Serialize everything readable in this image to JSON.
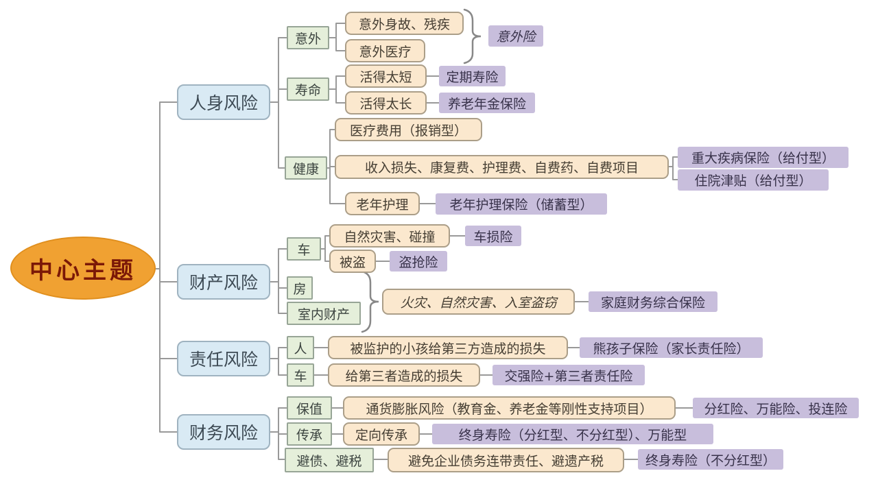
{
  "central": {
    "label": "中心主题"
  },
  "colors": {
    "central_fill": "#F0A132",
    "central_text": "#7B1807",
    "branch_fill": "#D9EAF4",
    "cat_fill": "#E5EFDA",
    "risk_fill": "#FBE8CE",
    "prod_fill": "#C8BEDC",
    "line": "#999999"
  },
  "branches": [
    {
      "label": "人身风险",
      "groups": [
        {
          "label": "意外",
          "rows": [
            {
              "risk": "意外身故、残疾"
            },
            {
              "risk": "意外医疗"
            }
          ],
          "product": "意外险"
        },
        {
          "label": "寿命",
          "rows": [
            {
              "risk": "活得太短",
              "product": "定期寿险"
            },
            {
              "risk": "活得太长",
              "product": "养老年金保险"
            }
          ]
        },
        {
          "label": "健康",
          "rows": [
            {
              "risk": "医疗费用（报销型）"
            },
            {
              "risk": "收入损失、康复费、护理费、自费药、自费项目",
              "products": [
                "重大疾病保险（给付型）",
                "住院津贴（给付型）"
              ]
            },
            {
              "risk": "老年护理",
              "product": "老年护理保险（储蓄型）"
            }
          ]
        }
      ]
    },
    {
      "label": "财产风险",
      "groups": [
        {
          "label": "车",
          "rows": [
            {
              "risk": "自然灾害、碰撞",
              "product": "车损险"
            },
            {
              "risk": "被盗",
              "product": "盗抢险"
            }
          ]
        },
        {
          "label": "房"
        },
        {
          "label": "室内财产"
        }
      ],
      "shared": {
        "risk": "火灾、自然灾害、入室盗窃",
        "product": "家庭财务综合保险"
      }
    },
    {
      "label": "责任风险",
      "groups": [
        {
          "label": "人",
          "rows": [
            {
              "risk": "被监护的小孩给第三方造成的损失",
              "product": "熊孩子保险（家长责任险）"
            }
          ]
        },
        {
          "label": "车",
          "rows": [
            {
              "risk": "给第三者造成的损失",
              "product": "交强险+第三者责任险"
            }
          ]
        }
      ]
    },
    {
      "label": "财务风险",
      "groups": [
        {
          "label": "保值",
          "rows": [
            {
              "risk": "通货膨胀风险（教育金、养老金等刚性支持项目）",
              "product": "分红险、万能险、投连险"
            }
          ]
        },
        {
          "label": "传承",
          "rows": [
            {
              "risk": "定向传承",
              "product": "终身寿险（分红型、不分红型）、万能型"
            }
          ]
        },
        {
          "label": "避债、避税",
          "rows": [
            {
              "risk": "避免企业债务连带责任、避遗产税",
              "product": "终身寿险（不分红型）"
            }
          ]
        }
      ]
    }
  ]
}
